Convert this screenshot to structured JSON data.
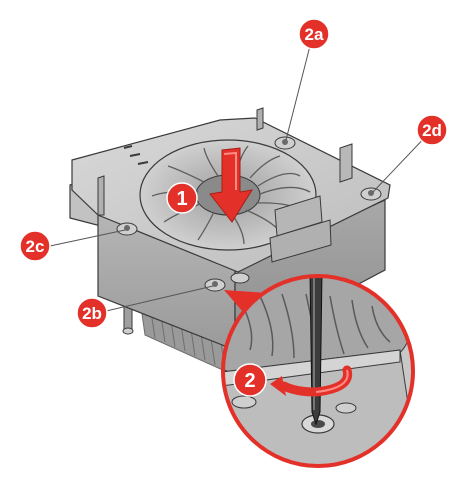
{
  "figure": {
    "description_labels": {
      "step1": "1",
      "step2": "2",
      "screw_a": "2a",
      "screw_b": "2b",
      "screw_c": "2c",
      "screw_d": "2d"
    },
    "colors": {
      "badge_red": "#e3312a",
      "badge_text": "#ffffff",
      "body_light": "#c9c9c9",
      "body_mid": "#b3b3b3",
      "body_dark": "#8f8f8f",
      "outline": "#3a3a3a",
      "leader_line": "#555555"
    },
    "icons": {
      "press_arrow": "down-arrow-icon",
      "rotate_arrow": "counterclockwise-arrow-icon",
      "tool": "screwdriver-icon"
    }
  }
}
